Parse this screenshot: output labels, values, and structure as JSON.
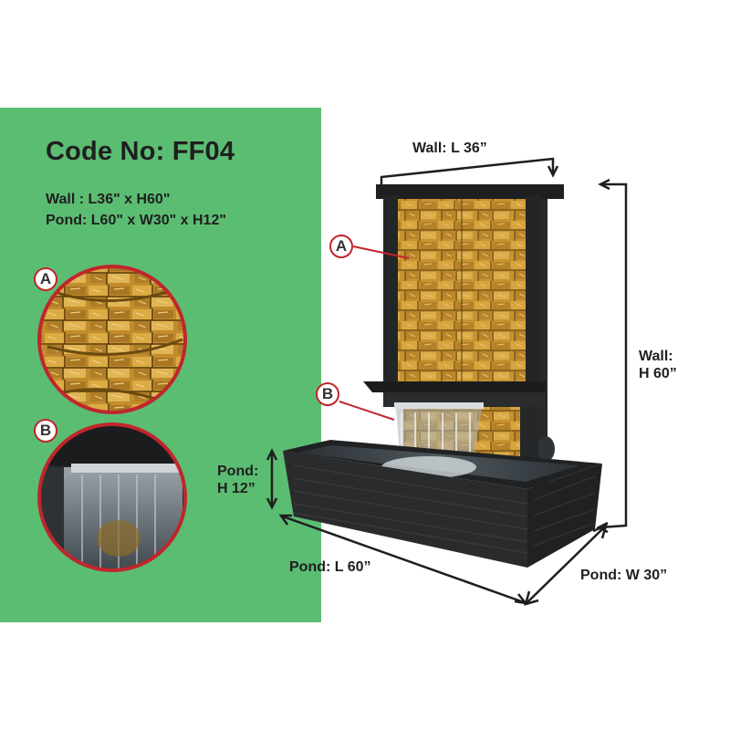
{
  "product": {
    "code_label": "Code No: FF04",
    "wall_spec": "Wall  : L36\" x H60\"",
    "pond_spec": "Pond: L60\" x W30\" x H12\""
  },
  "callouts": {
    "a": "A",
    "b": "B"
  },
  "dimensions": {
    "wall_length": "Wall: L 36”",
    "wall_height_line1": "Wall:",
    "wall_height_line2": "H 60”",
    "pond_height_line1": "Pond:",
    "pond_height_line2": "H 12”",
    "pond_length": "Pond: L 60”",
    "pond_width": "Pond:  W 30”"
  },
  "colors": {
    "panel_green": "#5bbd72",
    "callout_red": "#c0262c",
    "stone_gold": "#c8932f",
    "frame_black": "#1e1f21"
  }
}
